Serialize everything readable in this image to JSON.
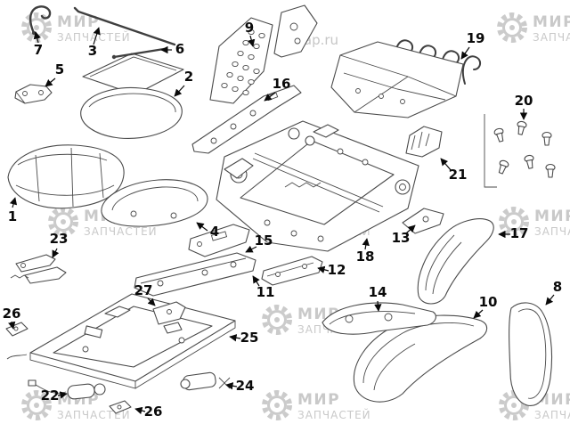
{
  "diagram": {
    "watermark": {
      "brand_line1": "МИР",
      "brand_line2": "ЗАПЧАСТЕЙ",
      "site": "zap.ru"
    },
    "callouts": {
      "c1": "1",
      "c2": "2",
      "c3": "3",
      "c4": "4",
      "c5": "5",
      "c6": "6",
      "c7": "7",
      "c8": "8",
      "c9": "9",
      "c10": "10",
      "c11": "11",
      "c12": "12",
      "c13": "13",
      "c14": "14",
      "c15": "15",
      "c16": "16",
      "c17": "17",
      "c18": "18",
      "c19": "19",
      "c20": "20",
      "c21": "21",
      "c22": "22",
      "c23": "23",
      "c24": "24",
      "c25": "25",
      "c26a": "26",
      "c26b": "26",
      "c27": "27"
    }
  }
}
